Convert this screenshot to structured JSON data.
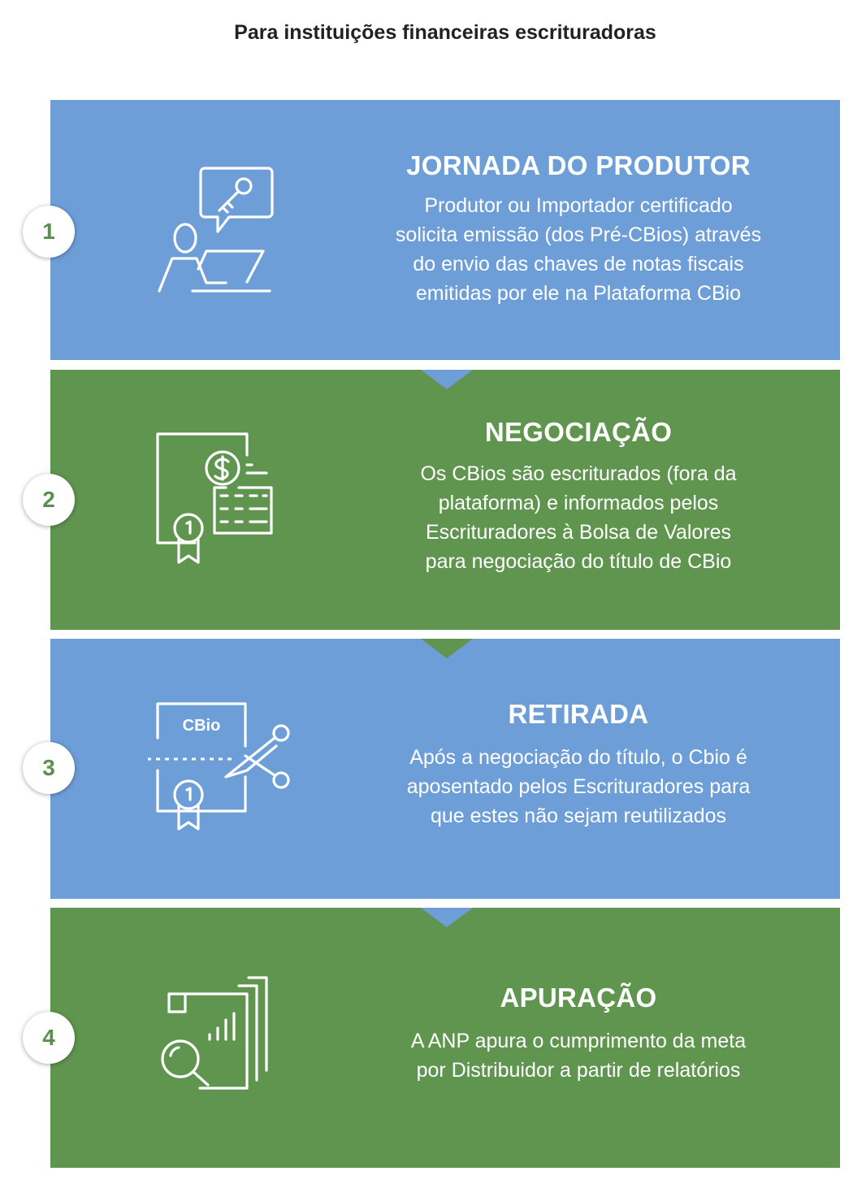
{
  "page": {
    "title": "Para instituições financeiras escrituradoras"
  },
  "colors": {
    "blue": "#6d9ed8",
    "green": "#609550",
    "number": "#5b8f4d"
  },
  "steps": [
    {
      "number": "1",
      "title": "JORNADA DO PRODUTOR",
      "lines": [
        "Produtor ou Importador certificado",
        "solicita emissão (dos Pré-CBios) através",
        "do envio das chaves de notas fiscais",
        "emitidas por ele na Plataforma CBio"
      ],
      "icon": "person-laptop-key-icon"
    },
    {
      "number": "2",
      "title": "NEGOCIAÇÃO",
      "lines": [
        "Os CBios são escriturados (fora da",
        "plataforma) e informados pelos",
        "Escrituradores à Bolsa de Valores",
        "para negociação do título de CBio"
      ],
      "icon": "certificate-calculator-icon"
    },
    {
      "number": "3",
      "title": "RETIRADA",
      "lines": [
        "Após a negociação do título, o Cbio é",
        "aposentado pelos Escrituradores para",
        "que estes não sejam reutilizados"
      ],
      "icon": "certificate-scissors-icon",
      "icon_label": "CBio"
    },
    {
      "number": "4",
      "title": "APURAÇÃO",
      "lines": [
        "A ANP apura o cumprimento da meta",
        "por Distribuidor a partir de relatórios"
      ],
      "icon": "report-magnifier-icon"
    }
  ]
}
